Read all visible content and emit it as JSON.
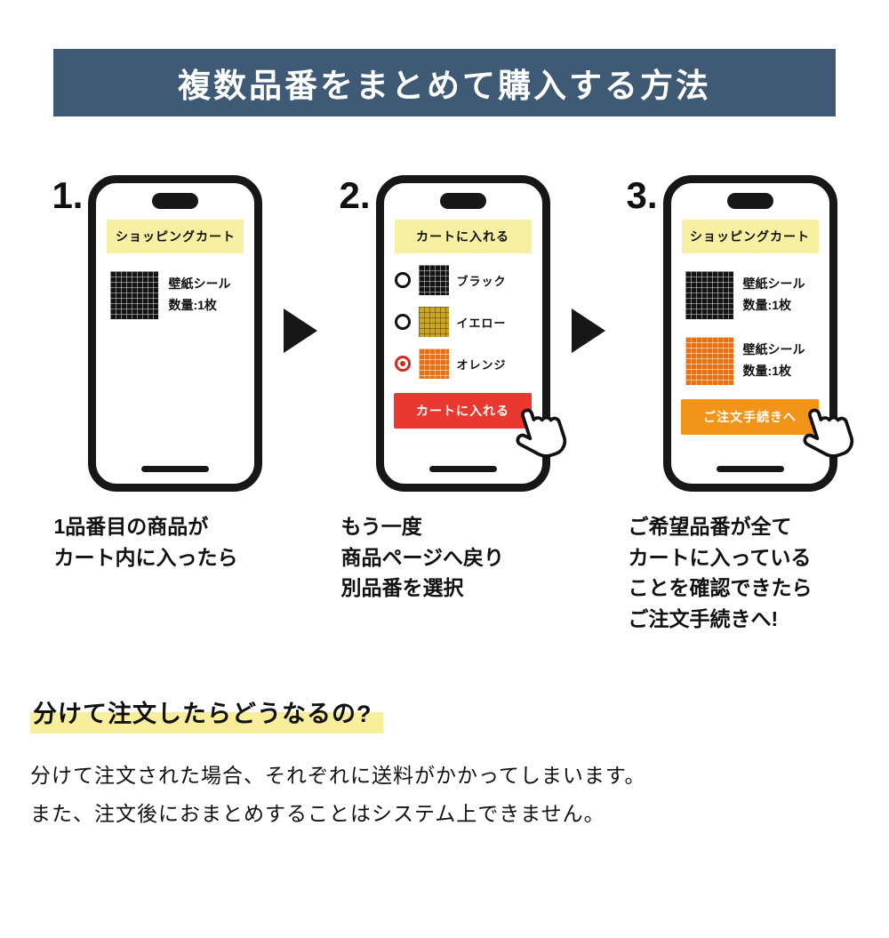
{
  "header": {
    "title": "複数品番をまとめて購入する方法"
  },
  "steps": [
    {
      "number": "1.",
      "caption": "1品番目の商品が\nカート内に入ったら",
      "phone": {
        "banner": "ショッピングカート",
        "items": [
          {
            "name": "壁紙シール",
            "qty": "数量:1枚",
            "swatch": "black"
          }
        ]
      }
    },
    {
      "number": "2.",
      "caption": "もう一度\n商品ページへ戻り\n別品番を選択",
      "phone": {
        "banner": "カートに入れる",
        "options": [
          {
            "label": "ブラック",
            "swatch": "black",
            "selected": false
          },
          {
            "label": "イエロー",
            "swatch": "yellow",
            "selected": false
          },
          {
            "label": "オレンジ",
            "swatch": "orange",
            "selected": true
          }
        ],
        "button": "カートに入れる"
      }
    },
    {
      "number": "3.",
      "caption": "ご希望品番が全て\nカートに入っている\nことを確認できたら\nご注文手続きへ!",
      "phone": {
        "banner": "ショッピングカート",
        "items": [
          {
            "name": "壁紙シール",
            "qty": "数量:1枚",
            "swatch": "black"
          },
          {
            "name": "壁紙シール",
            "qty": "数量:1枚",
            "swatch": "orange"
          }
        ],
        "button": "ご注文手続きへ"
      }
    }
  ],
  "faq": {
    "question": "分けて注文したらどうなるの?",
    "answer": "分けて注文された場合、それぞれに送料がかかってしまいます。\nまた、注文後におまとめすることはシステム上できません。"
  },
  "colors": {
    "title_banner_bg": "#3e5a74",
    "phone_banner_bg": "#f7f0a3",
    "add_to_cart_button": "#e8382f",
    "checkout_button": "#f29418",
    "selected_radio": "#d42b1f",
    "highlight": "#f8ee9c"
  }
}
